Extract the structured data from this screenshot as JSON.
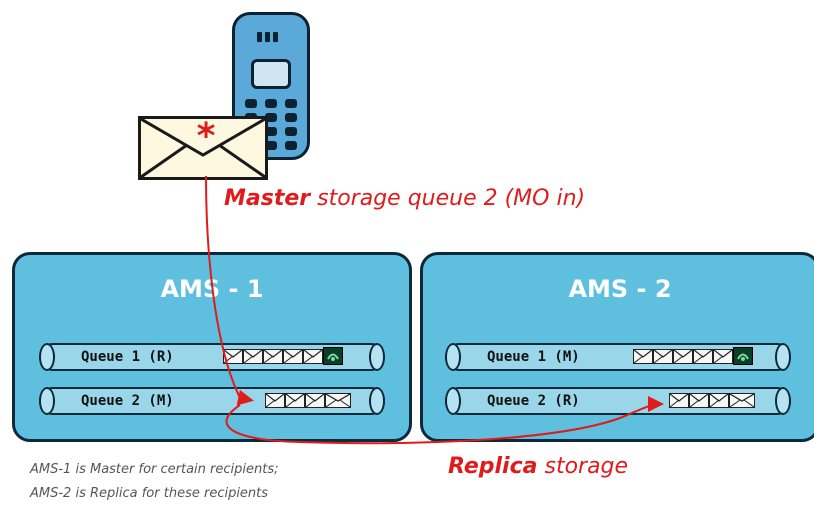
{
  "labels": {
    "master_bold": "Master",
    "master_rest": "storage queue 2 (MO in)",
    "replica_bold": "Replica",
    "replica_rest": "storage",
    "footnote_line1": "AMS-1 is Master for certain recipients;",
    "footnote_line2": "AMS-2 is Replica for these recipients"
  },
  "ams": [
    {
      "title": "AMS - 1",
      "queues": [
        {
          "label": "Queue 1 (R)"
        },
        {
          "label": "Queue 2 (M)"
        }
      ]
    },
    {
      "title": "AMS - 2",
      "queues": [
        {
          "label": "Queue 1 (M)"
        },
        {
          "label": "Queue 2 (R)"
        }
      ]
    }
  ],
  "colors": {
    "flow_arrow": "#e01b1b",
    "ams_fill": "#5ec0de",
    "phone_body": "#5aa9d8"
  },
  "icons": {
    "phone": "mobile-phone-icon",
    "envelope": "envelope-icon",
    "receiver": "receiver-icon"
  }
}
